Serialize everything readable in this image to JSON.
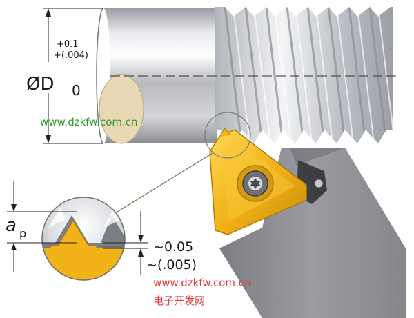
{
  "labels": {
    "diameter_symbol": "ØD",
    "tolerance_upper_metric": "+0.1",
    "tolerance_upper_inch": "+(.004)",
    "tolerance_lower": "0",
    "depth_symbol": "a",
    "depth_subscript": "p",
    "gap_metric": "~0.05",
    "gap_inch": "~(.005)"
  },
  "watermarks": {
    "site_url_1": "www.dzkfw.com.cn",
    "site_url_2": "www.dzkfw.com.cn",
    "site_name": "电子开发网"
  },
  "colors": {
    "insert_gold": "#f2b318",
    "holder_gray": "#8f9196",
    "thread_silver": "#c9ccd2",
    "bar_end_tan": "#e8d8b4",
    "watermark_green": "#2e9a2e",
    "watermark_red": "#e03a3a"
  }
}
